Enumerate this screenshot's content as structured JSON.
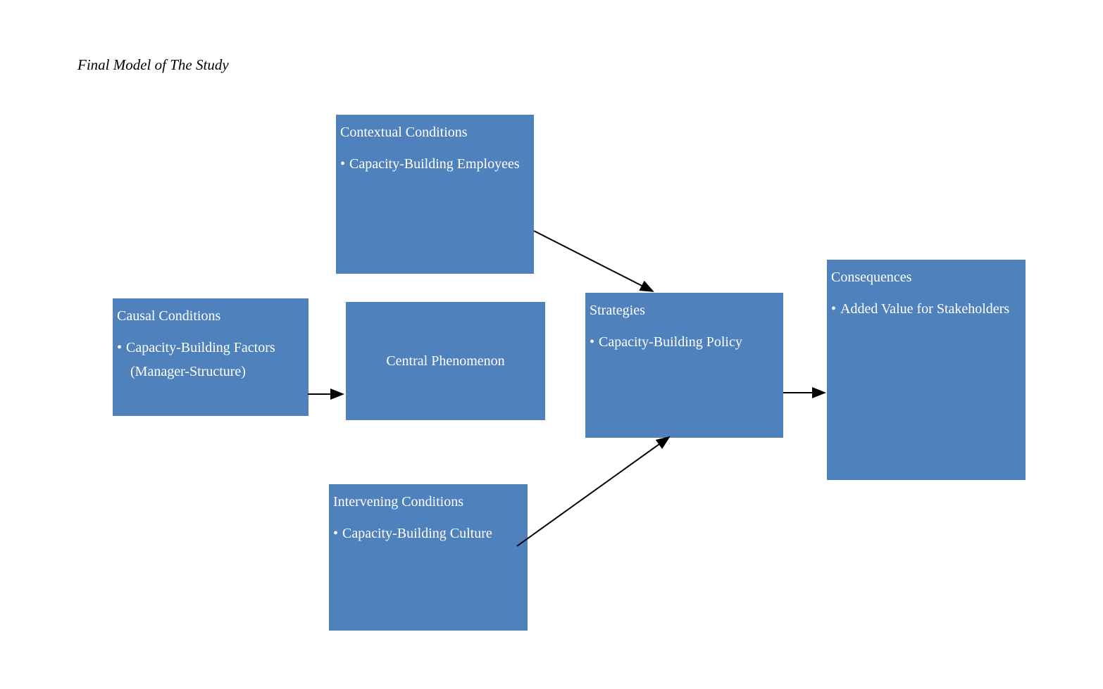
{
  "title": "Final Model of The Study",
  "bullet_char": "•",
  "colors": {
    "box_fill": "#4F81BD",
    "box_text": "#FFFFFF",
    "title_text": "#000000",
    "arrow": "#000000",
    "background": "#FFFFFF"
  },
  "boxes": {
    "contextual": {
      "heading": "Contextual Conditions",
      "bullet": "Capacity-Building Employees"
    },
    "causal": {
      "heading": "Causal Conditions",
      "bullet": "Capacity-Building Factors",
      "bullet_line2": "(Manager-Structure)"
    },
    "central": {
      "heading": "Central Phenomenon"
    },
    "strategies": {
      "heading": "Strategies",
      "bullet": "Capacity-Building Policy"
    },
    "consequences": {
      "heading": "Consequences",
      "bullet": "Added Value for Stakeholders"
    },
    "intervening": {
      "heading": "Intervening Conditions",
      "bullet": "Capacity-Building Culture"
    }
  },
  "connections": [
    {
      "from": "Causal Conditions",
      "to": "Central Phenomenon"
    },
    {
      "from": "Contextual Conditions",
      "to": "Strategies"
    },
    {
      "from": "Intervening Conditions",
      "to": "Strategies"
    },
    {
      "from": "Strategies",
      "to": "Consequences"
    }
  ]
}
